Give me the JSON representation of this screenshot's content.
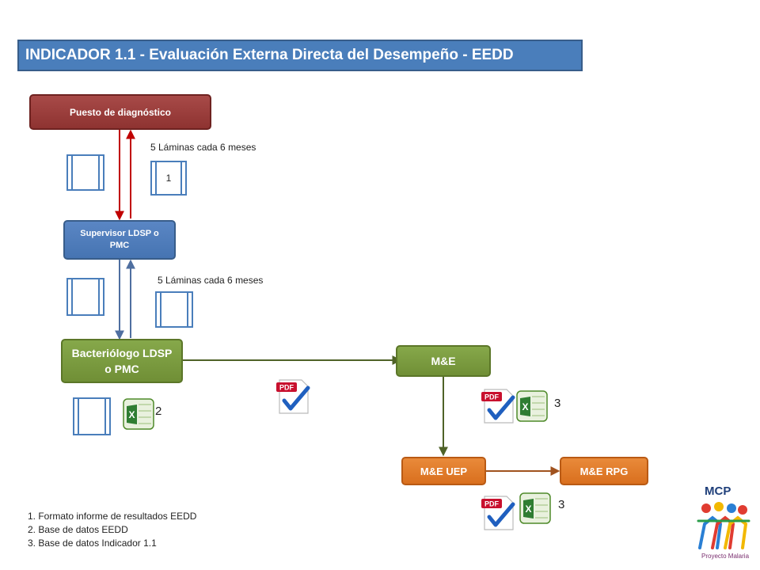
{
  "title": "INDICADOR 1.1 - Evaluación Externa Directa del Desempeño - EEDD",
  "nodes": {
    "puesto": "Puesto de diagnóstico",
    "supervisor": "Supervisor LDSP o PMC",
    "bacteriologo": "Bacteriólogo LDSP o PMC",
    "me": "M&E",
    "me_uep": "M&E UEP",
    "me_rpg": "M&E RPG"
  },
  "labels": {
    "laminas_1": "5 Láminas cada 6 meses",
    "laminas_2": "5 Láminas cada 6 meses"
  },
  "markers": {
    "doc_1": "1",
    "bact_ref": "2",
    "me_ref": "3",
    "uep_ref": "3"
  },
  "legend": [
    "1. Formato informe de resultados  EEDD",
    "2. Base de datos EEDD",
    "3. Base de datos Indicador 1.1"
  ],
  "logo": {
    "text": "MCP",
    "subtext": "Proyecto Malaria"
  },
  "colors": {
    "red_node": "#953735",
    "blue_node": "#4f81bd",
    "green_node": "#77933c",
    "orange_node": "#e46c0a",
    "red_arrow": "#c00000",
    "blue_arrow": "#4f6fa0",
    "green_arrow": "#4f6228",
    "brown_arrow": "#a0521e"
  },
  "icons": [
    "pdf-check-icon",
    "excel-icon",
    "document-icon"
  ]
}
